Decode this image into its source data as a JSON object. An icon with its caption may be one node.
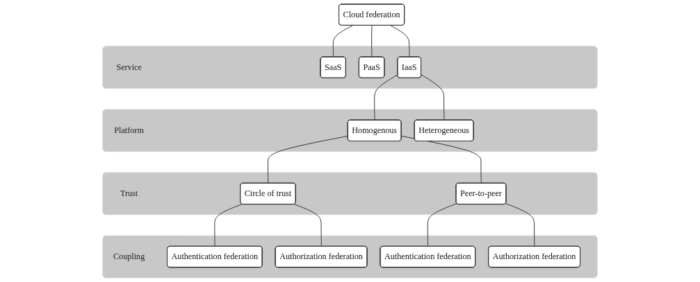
{
  "diagram": {
    "nodes": [
      {
        "text": [
          "Cloud federation"
        ]
      },
      {
        "text": [
          "Service"
        ]
      },
      {
        "text": [
          "SaaS"
        ],
        "in": 1
      },
      {
        "text": [
          "PaaS"
        ],
        "in": 1
      },
      {
        "text": [
          "IaaS"
        ],
        "in": 1
      },
      {
        "text": [
          "Platform"
        ]
      },
      {
        "text": [
          "Homogenous"
        ],
        "in": 5
      },
      {
        "text": [
          "Heterogeneous"
        ],
        "in": 5
      },
      {
        "text": [
          "Trust"
        ]
      },
      {
        "text": [
          "Circle of trust"
        ],
        "in": 8
      },
      {
        "text": [
          "Peer-to-peer"
        ],
        "in": 8
      },
      {
        "text": [
          "Coupling"
        ]
      },
      {
        "text": [
          "Authentication federation"
        ],
        "in": 11
      },
      {
        "text": [
          "Authorization federation"
        ],
        "in": 11
      },
      {
        "text": [
          "Authentication federation"
        ],
        "in": 11
      },
      {
        "text": [
          "Authorization federation"
        ],
        "in": 11
      }
    ],
    "edges": [
      {
        "from": 0,
        "to": 2,
        "arrow": "none"
      },
      {
        "from": 0,
        "to": 3,
        "arrow": "none"
      },
      {
        "from": 0,
        "to": 4,
        "arrow": "none"
      },
      {
        "from": 4,
        "to": 6,
        "arrow": "none"
      },
      {
        "from": 4,
        "to": 7,
        "arrow": "none"
      },
      {
        "from": 6,
        "to": 9,
        "arrow": "none"
      },
      {
        "from": 6,
        "to": 10,
        "arrow": "none"
      },
      {
        "from": 9,
        "to": 12,
        "arrow": "none"
      },
      {
        "from": 9,
        "to": 13,
        "arrow": "none"
      },
      {
        "from": 10,
        "to": 14,
        "arrow": "none"
      },
      {
        "from": 10,
        "to": 15,
        "arrow": "none"
      }
    ]
  }
}
